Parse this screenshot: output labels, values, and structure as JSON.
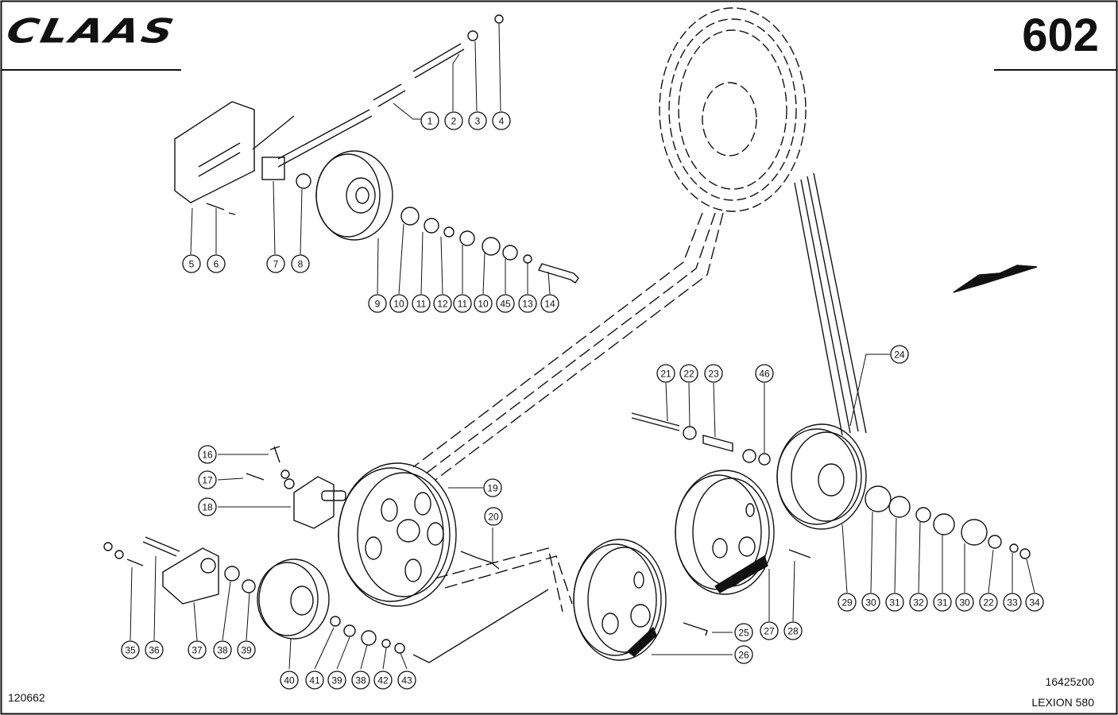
{
  "header": {
    "brand": "CLAAS",
    "page_number": "602"
  },
  "footer": {
    "drawing_id": "120662",
    "figure_ref": "16425z00",
    "model": "LEXION 580"
  },
  "callouts": [
    "1",
    "2",
    "3",
    "4",
    "5",
    "6",
    "7",
    "8",
    "9",
    "10",
    "11",
    "12",
    "11",
    "10",
    "45",
    "13",
    "14",
    "16",
    "17",
    "18",
    "19",
    "20",
    "21",
    "22",
    "23",
    "46",
    "24",
    "25",
    "27",
    "28",
    "26",
    "29",
    "30",
    "31",
    "32",
    "31",
    "30",
    "22",
    "33",
    "34",
    "35",
    "36",
    "37",
    "38",
    "39",
    "40",
    "41",
    "39",
    "38",
    "42",
    "43"
  ]
}
